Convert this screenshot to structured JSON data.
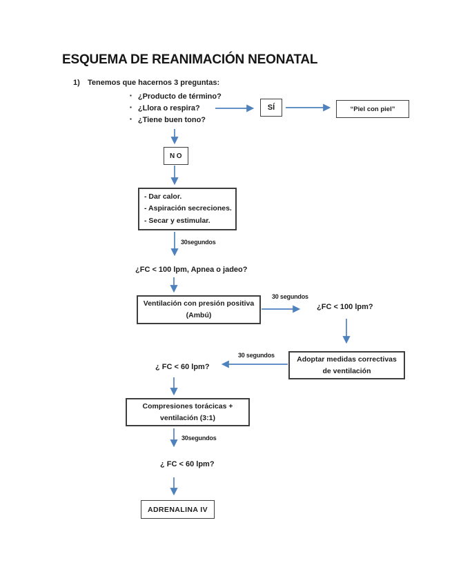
{
  "title": "ESQUEMA DE REANIMACIÓN NEONATAL",
  "intro": {
    "number": "1)",
    "label": "Tenemos que hacernos 3 preguntas:",
    "bullet": "▪",
    "questions": [
      "¿Producto de término?",
      "¿Llora o respira?",
      "¿Tiene buen tono?"
    ]
  },
  "flowchart": {
    "si_box": "SÍ",
    "piel_box": "“Piel con piel”",
    "no_box": "NO",
    "care_box": [
      "- Dar calor.",
      "- Aspiración secreciones.",
      "- Secar y estimular."
    ],
    "question_fc100_apnea": "¿FC < 100 lpm, Apnea o jadeo?",
    "ventilation_box": [
      "Ventilación con presión positiva",
      "(Ambú)"
    ],
    "question_fc100": "¿FC < 100 lpm?",
    "corrective_box": [
      "Adoptar medidas correctivas",
      "de ventilación"
    ],
    "question_fc60_1": "¿ FC < 60 lpm?",
    "compressions_box": [
      "Compresiones torácicas +",
      "ventilación (3:1)"
    ],
    "question_fc60_2": "¿ FC < 60 lpm?",
    "adrenaline_box": "ADRENALINA IV",
    "interval_labels": [
      "30segundos",
      "30 segundos",
      "30 segundos",
      "30segundos"
    ]
  },
  "colors": {
    "arrow": "#4f81bd",
    "box_border": "#3d3d3d",
    "text": "#1c1c1c"
  }
}
